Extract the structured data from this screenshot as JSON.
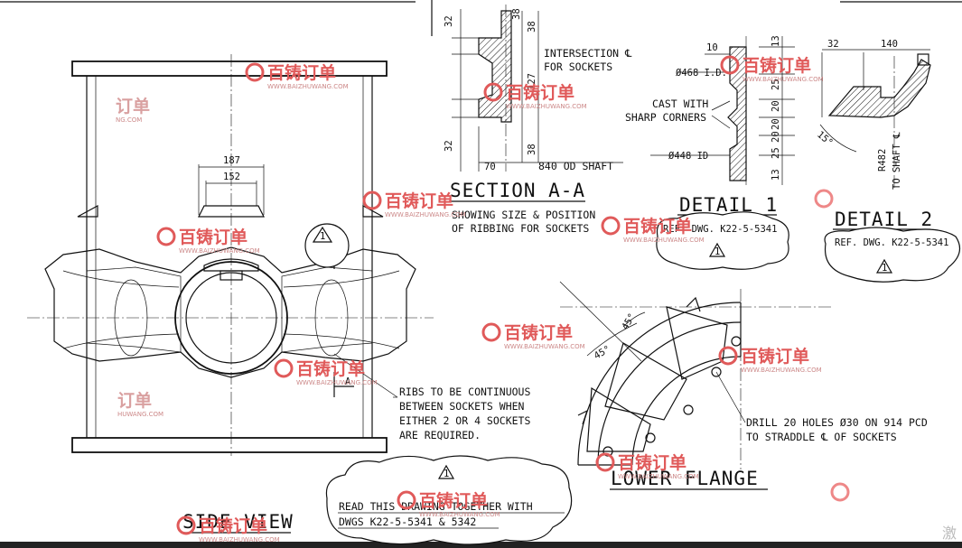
{
  "views": {
    "side_view": {
      "title": "SIDE VIEW"
    },
    "section_aa": {
      "title": "SECTION A-A",
      "note_line1": "SHOWING SIZE & POSITION",
      "note_line2": "OF RIBBING FOR SOCKETS"
    },
    "detail_1": {
      "title": "DETAIL 1",
      "ref": "REF. DWG. K22-5-5341"
    },
    "detail_2": {
      "title": "DETAIL 2",
      "ref": "REF. DWG. K22-5-5341"
    },
    "lower_flange": {
      "title": "LOWER FLANGE"
    }
  },
  "notes": {
    "ribs_line1": "RIBS TO BE CONTINUOUS",
    "ribs_line2": "BETWEEN SOCKETS WHEN",
    "ribs_line3": "EITHER 2 OR 4 SOCKETS",
    "ribs_line4": "ARE REQUIRED.",
    "drill_line1": "DRILL 20 HOLES Ø30 ON 914 PCD",
    "drill_line2": "TO STRADDLE ℄ OF SOCKETS",
    "read_line1": "READ THIS DRAWING TOGETHER WITH",
    "read_line2": "DWGS K22-5-5341 & 5342",
    "intersection_line1": "INTERSECTION ℄",
    "intersection_line2": "FOR SOCKETS",
    "cast_line1": "CAST WITH",
    "cast_line2": "SHARP CORNERS",
    "shaft": "840 OD SHAFT",
    "to_shaft": "R482",
    "to_shaft2": "TO SHAFT ℄"
  },
  "dimensions": {
    "d187": "187",
    "d152": "152",
    "d32a": "32",
    "d38a": "38",
    "d38b": "38",
    "d127": "127",
    "d32b": "32",
    "d38c": "38",
    "d70": "70",
    "d10": "10",
    "d13a": "13",
    "d468": "Ø468 I.D.",
    "d25a": "25",
    "d20a": "20",
    "d20b": "20",
    "d20c": "20",
    "d25b": "25",
    "d448": "Ø448 ID",
    "d13b": "13",
    "d32c": "32",
    "d140": "140",
    "d15": "15°",
    "d45a": "45°",
    "d45b": "45°"
  },
  "markers": {
    "section": "A",
    "rev": "1"
  },
  "watermark": {
    "brand": "百铸订单",
    "site": "WWW.BAIZHUWANG.COM",
    "partial1": "订单",
    "partial2": "NG.COM",
    "partial3": "HUWANG.COM",
    "corner": "激"
  }
}
